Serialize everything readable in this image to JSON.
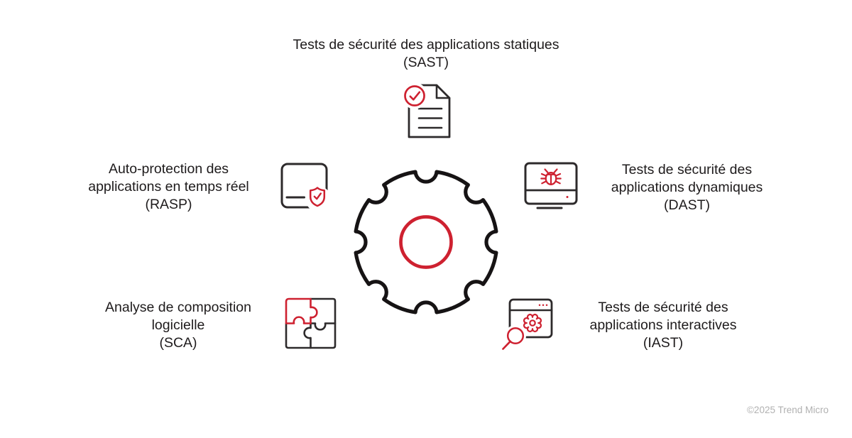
{
  "colors": {
    "ink": "#1e1b1c",
    "icon_line_dark": "#2d2a2b",
    "accent_red": "#ce2130",
    "muted_gray": "#b1b1b1",
    "background": "#ffffff"
  },
  "nodes": {
    "sast": {
      "lines": [
        "Tests de sécurité des applications statiques",
        "(SAST)"
      ],
      "icon": "document-check-icon"
    },
    "rasp": {
      "lines": [
        "Auto-protection des",
        "applications en temps réel",
        "(RASP)"
      ],
      "icon": "app-window-shield-icon"
    },
    "dast": {
      "lines": [
        "Tests de sécurité des",
        "applications dynamiques",
        "(DAST)"
      ],
      "icon": "monitor-bug-icon"
    },
    "sca": {
      "lines": [
        "Analyse de composition",
        "logicielle",
        "(SCA)"
      ],
      "icon": "puzzle-pieces-icon"
    },
    "iast": {
      "lines": [
        "Tests de sécurité des",
        "applications interactives",
        "(IAST)"
      ],
      "icon": "browser-cog-magnifier-icon"
    }
  },
  "center": {
    "icon": "gear-icon"
  },
  "footer": {
    "copyright": "©2025 Trend Micro"
  }
}
